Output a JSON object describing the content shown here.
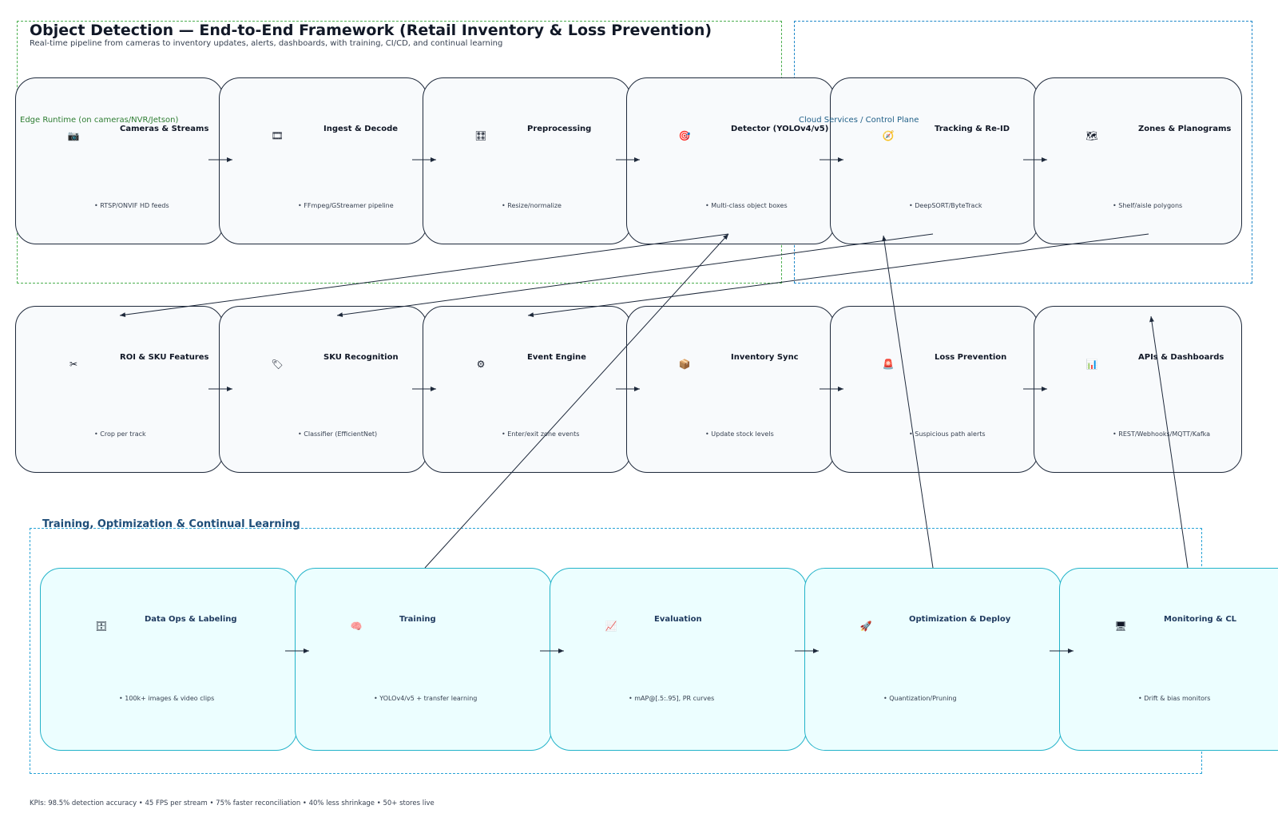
{
  "header": {
    "title": "Object Detection — End-to-End Framework (Retail Inventory & Loss Prevention)",
    "subtitle": "Real-time pipeline from cameras to inventory updates, alerts, dashboards, with training, CI/CD, and continual learning"
  },
  "groups": {
    "edge": "Edge Runtime (on cameras/NVR/Jetson)",
    "cloud": "Cloud Services / Control Plane",
    "training": "Training, Optimization & Continual Learning"
  },
  "pipeline_row1": [
    {
      "icon": "camera-icon",
      "glyph": "📷",
      "title": "Cameras & Streams",
      "bullet": "• RTSP/ONVIF HD feeds"
    },
    {
      "icon": "film-icon",
      "glyph": "🎞",
      "title": "Ingest & Decode",
      "bullet": "• FFmpeg/GStreamer pipeline"
    },
    {
      "icon": "sliders-icon",
      "glyph": "🎛",
      "title": "Preprocessing",
      "bullet": "• Resize/normalize"
    },
    {
      "icon": "target-icon",
      "glyph": "🎯",
      "title": "Detector (YOLOv4/v5)",
      "bullet": "• Multi-class object boxes"
    },
    {
      "icon": "tracking-icon",
      "glyph": "🧭",
      "title": "Tracking & Re-ID",
      "bullet": "• DeepSORT/ByteTrack"
    },
    {
      "icon": "map-icon",
      "glyph": "🗺",
      "title": "Zones & Planograms",
      "bullet": "• Shelf/aisle polygons"
    }
  ],
  "pipeline_row2": [
    {
      "icon": "scissors-icon",
      "glyph": "✂",
      "title": "ROI & SKU Features",
      "bullet": "• Crop per track"
    },
    {
      "icon": "tag-icon",
      "glyph": "🏷",
      "title": "SKU Recognition",
      "bullet": "• Classifier (EfficientNet)"
    },
    {
      "icon": "gear-icon",
      "glyph": "⚙",
      "title": "Event Engine",
      "bullet": "• Enter/exit zone events"
    },
    {
      "icon": "package-icon",
      "glyph": "📦",
      "title": "Inventory Sync",
      "bullet": "• Update stock levels"
    },
    {
      "icon": "alert-icon",
      "glyph": "🚨",
      "title": "Loss Prevention",
      "bullet": "• Suspicious path alerts"
    },
    {
      "icon": "dashboard-icon",
      "glyph": "📊",
      "title": "APIs & Dashboards",
      "bullet": "• REST/Webhooks/MQTT/Kafka"
    }
  ],
  "training_row": [
    {
      "icon": "database-icon",
      "glyph": "🗄",
      "title": "Data Ops & Labeling",
      "bullet": "• 100k+ images & video clips"
    },
    {
      "icon": "brain-icon",
      "glyph": "🧠",
      "title": "Training",
      "bullet": "• YOLOv4/v5 + transfer learning"
    },
    {
      "icon": "chart-icon",
      "glyph": "📈",
      "title": "Evaluation",
      "bullet": "• mAP@[.5:.95], PR curves"
    },
    {
      "icon": "rocket-icon",
      "glyph": "🚀",
      "title": "Optimization & Deploy",
      "bullet": "• Quantization/Pruning"
    },
    {
      "icon": "monitor-icon",
      "glyph": "🖥",
      "title": "Monitoring & CL",
      "bullet": "• Drift & bias monitors"
    }
  ],
  "footer": {
    "kpis": "KPIs: 98.5% detection accuracy • 45 FPS per stream • 75% faster reconciliation • 40% less shrinkage • 50+ stores live"
  },
  "colors": {
    "edge_border": "#4caf50",
    "cloud_border": "#1e88c9",
    "training_border": "#29a3d6",
    "pipeline_fill": "#f8fafc",
    "training_fill": "#ecfeff",
    "arrow": "#1e293b"
  }
}
